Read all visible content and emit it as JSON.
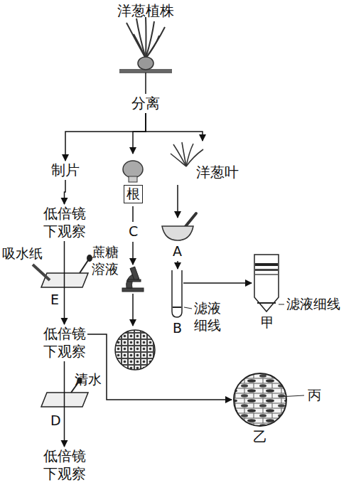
{
  "diagram": {
    "nodes": [
      {
        "text": [
          "洋葱植株"
        ]
      },
      {
        "text": [
          "分离"
        ]
      },
      {
        "text": [
          "制片"
        ]
      },
      {
        "text": [
          "根"
        ]
      },
      {
        "text": [
          "洋葱叶"
        ]
      },
      {
        "text": [
          "低倍镜下观察"
        ]
      },
      {
        "text": [
          "低倍镜下观察"
        ]
      },
      {
        "text": [
          "低倍镜下观察"
        ]
      },
      {
        "text": [
          "乙"
        ]
      }
    ],
    "edges": [
      {
        "from": 0,
        "to": 1,
        "arrow": "none"
      },
      {
        "from": 1,
        "to": 2,
        "arrow": "to"
      },
      {
        "from": 1,
        "to": 3,
        "arrow": "to"
      },
      {
        "from": 1,
        "to": 4,
        "arrow": "to"
      },
      {
        "from": 2,
        "to": 5,
        "arrow": "to"
      },
      {
        "from": 5,
        "to": 6,
        "arrow": "to"
      },
      {
        "from": 6,
        "to": 7,
        "arrow": "to"
      },
      {
        "from": 6,
        "to": 8,
        "arrow": "to"
      }
    ],
    "labels": [
      "吸水纸",
      "蔗糖溶液",
      "E",
      "清水",
      "D",
      "C",
      "A",
      "B",
      "滤液细线",
      "甲",
      "滤液细线",
      "丙"
    ]
  }
}
